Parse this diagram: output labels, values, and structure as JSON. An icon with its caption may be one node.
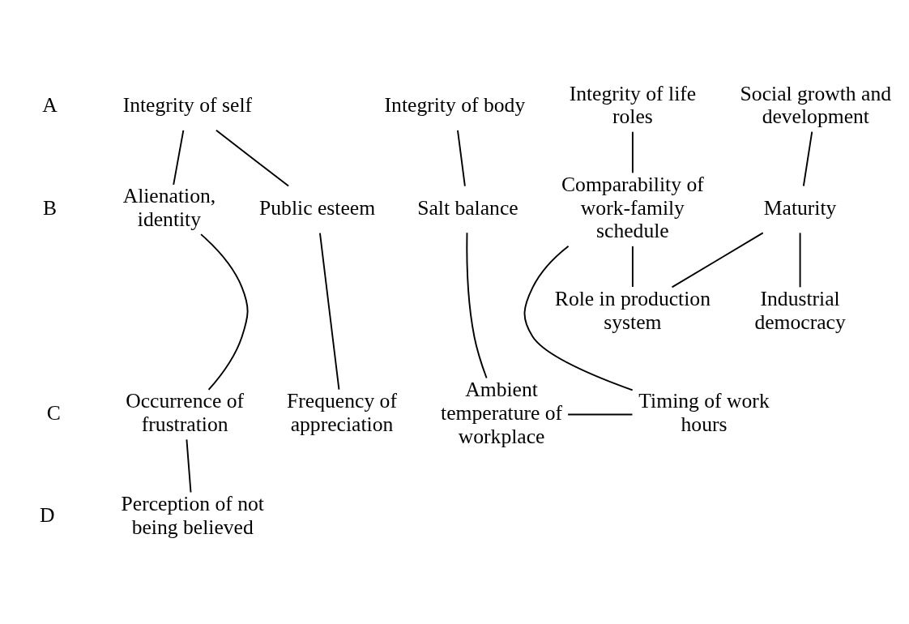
{
  "diagram": {
    "nodes": [
      {
        "text": [
          "Integrity of self"
        ]
      },
      {
        "text": [
          "Integrity of body"
        ]
      },
      {
        "text": [
          "Social growth and development"
        ]
      },
      {
        "text": [
          "Integrity of life roles"
        ]
      },
      {
        "text": [
          "Public esteem"
        ]
      },
      {
        "text": [
          "Alienation, identity"
        ]
      },
      {
        "text": [
          "Salt balance"
        ]
      },
      {
        "text": [
          "Maturity"
        ]
      },
      {
        "text": [
          "Comparability of work-family schedule"
        ]
      },
      {
        "text": [
          "Industrial democracy"
        ]
      },
      {
        "text": [
          "Role in production system"
        ]
      },
      {
        "text": [
          "Frequency of appreciation"
        ]
      },
      {
        "text": [
          "Occurrence of frustration"
        ]
      },
      {
        "text": [
          "Ambient temperature of workplace"
        ]
      },
      {
        "text": [
          "Timing of work hours"
        ]
      },
      {
        "text": [
          "Perception of not being believed"
        ]
      }
    ],
    "edges": [
      {
        "from": 0,
        "to": 4,
        "arrow": "none"
      },
      {
        "from": 0,
        "to": 5,
        "arrow": "none"
      },
      {
        "from": 1,
        "to": 6,
        "arrow": "none"
      },
      {
        "from": 2,
        "to": 7,
        "arrow": "none"
      },
      {
        "from": 3,
        "to": 8,
        "arrow": "none"
      },
      {
        "from": 7,
        "to": 9,
        "arrow": "none"
      },
      {
        "from": 7,
        "to": 10,
        "arrow": "none"
      },
      {
        "from": 8,
        "to": 10,
        "arrow": "none"
      },
      {
        "from": 4,
        "to": 11,
        "arrow": "none"
      },
      {
        "from": 5,
        "to": 12,
        "arrow": "none"
      },
      {
        "from": 6,
        "to": 13,
        "arrow": "none"
      },
      {
        "from": 8,
        "to": 14,
        "arrow": "none"
      },
      {
        "from": 13,
        "to": 14,
        "arrow": "none"
      },
      {
        "from": 12,
        "to": 15,
        "arrow": "none"
      }
    ],
    "labels": [
      "A",
      "B",
      "C",
      "D"
    ]
  }
}
